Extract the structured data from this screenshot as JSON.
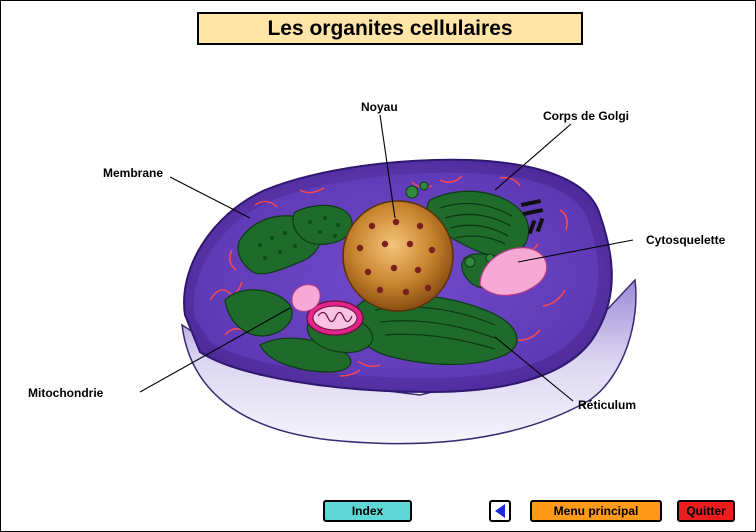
{
  "title": "Les organites cellulaires",
  "labels": {
    "noyau": "Noyau",
    "golgi": "Corps de Golgi",
    "membrane": "Membrane",
    "cytosquelette": "Cytosquelette",
    "mitochondrie": "Mitochondrie",
    "reticulum": "Réticulum"
  },
  "buttons": {
    "index": "Index",
    "back_icon": "left-triangle-icon",
    "menu": "Menu principal",
    "quit": "Quitter"
  },
  "colors": {
    "title_bg": "#ffe5a8",
    "index_btn": "#5fd7d7",
    "menu_btn": "#ff9a1a",
    "quit_btn": "#ee1d1d",
    "back_arrow": "#1a2bdc",
    "cytoplasm": "#5b33b0",
    "organelle_green": "#1f6b2c",
    "nucleus": "#c98a3a"
  }
}
